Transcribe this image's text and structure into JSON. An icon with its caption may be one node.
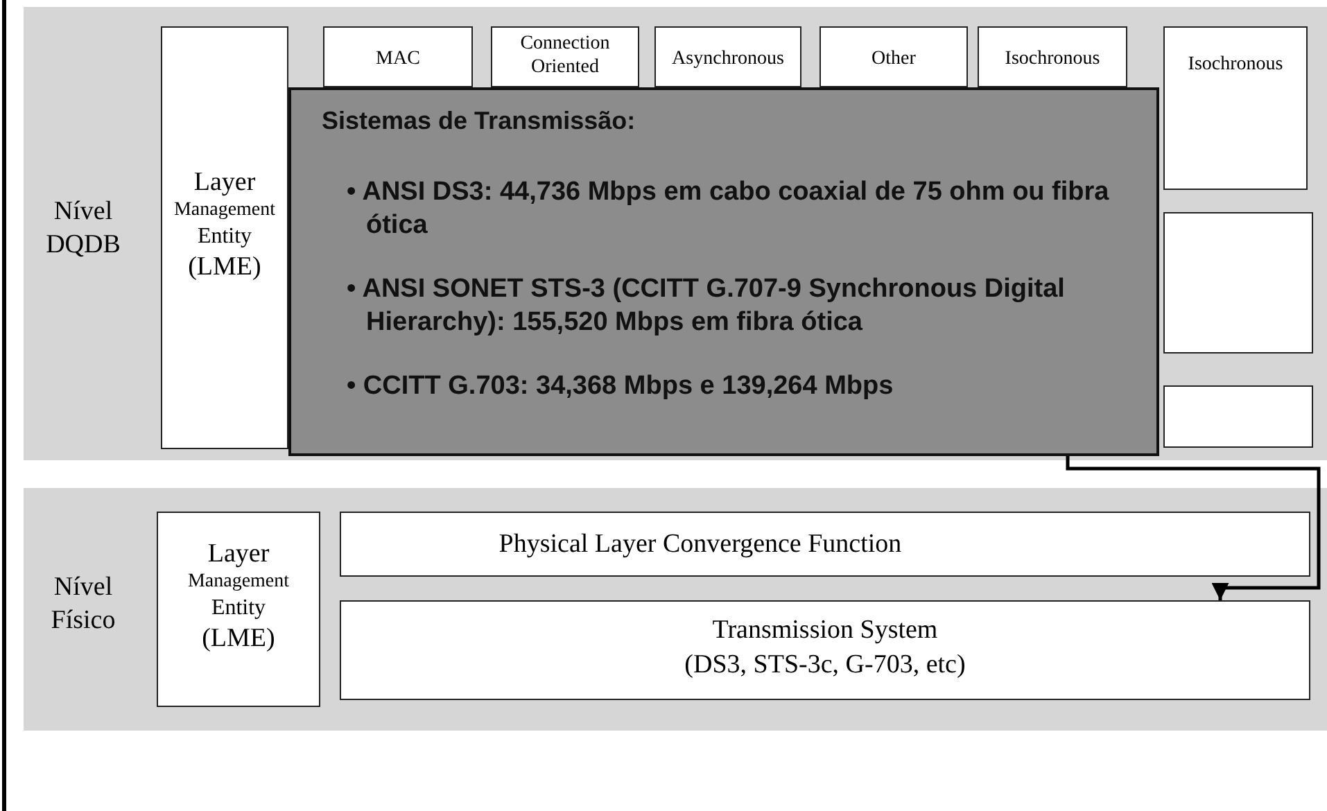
{
  "diagram": {
    "nodes": [
      {
        "text": [
          "Nível DQDB"
        ]
      },
      {
        "text": [
          "Layer",
          "Management",
          "Entity",
          "(LME)"
        ],
        "in": 0
      },
      {
        "text": [
          "MAC"
        ],
        "in": 0
      },
      {
        "text": [
          "Connection Oriented"
        ],
        "in": 0
      },
      {
        "text": [
          "Asynchronous"
        ],
        "in": 0
      },
      {
        "text": [
          "Other"
        ],
        "in": 0
      },
      {
        "text": [
          "Isochronous"
        ],
        "in": 0
      },
      {
        "text": [
          "Isochronous"
        ],
        "in": 0
      },
      {
        "text": [],
        "shape": "box",
        "in": 0
      },
      {
        "text": [],
        "shape": "box",
        "in": 0
      },
      {
        "text": [
          "Sistemas de Transmissão:",
          "• ANSI DS3: 44,736 Mbps em cabo coaxial de 75 ohm ou fibra ótica",
          "• ANSI SONET STS-3 (CCITT G.707-9 Synchronous Digital Hierarchy): 155,520 Mbps em fibra ótica",
          "• CCITT G.703: 34,368 Mbps e 139,264 Mbps"
        ],
        "in": 0
      },
      {
        "text": [
          "Nível Físico"
        ]
      },
      {
        "text": [
          "Layer",
          "Management",
          "Entity",
          "(LME)"
        ],
        "in": 11
      },
      {
        "text": [
          "Physical Layer Convergence Function"
        ],
        "in": 11
      },
      {
        "text": [
          "Transmission System",
          "(DS3, STS-3c, G-703, etc)"
        ],
        "in": 11
      }
    ],
    "edges": [
      {
        "from": 10,
        "to": 14,
        "arrow": "to"
      }
    ]
  }
}
